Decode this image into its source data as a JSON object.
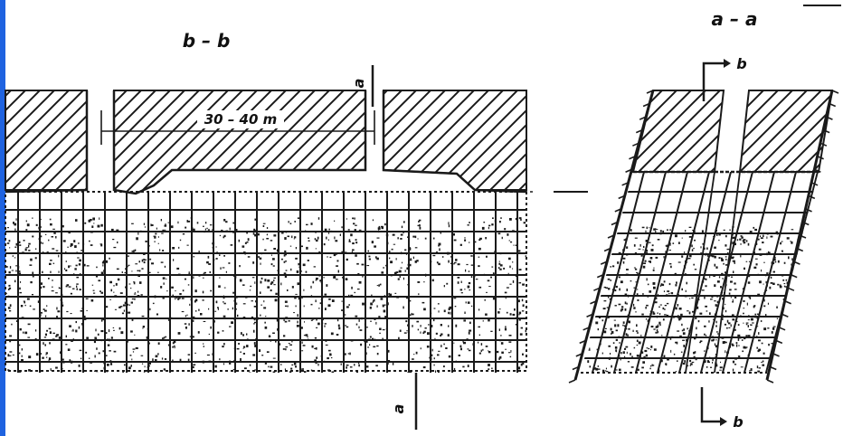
{
  "colors": {
    "ink": "#1a1a1a",
    "paper": "#ffffff",
    "accent_bar": "#1f63e0"
  },
  "section_bb": {
    "title": "b – b",
    "dimension": "30 – 40 m",
    "cut_mark_top": "a",
    "cut_mark_bottom": "a"
  },
  "section_aa": {
    "title": "a – a",
    "cut_mark_top": "b",
    "cut_mark_bottom": "b"
  }
}
